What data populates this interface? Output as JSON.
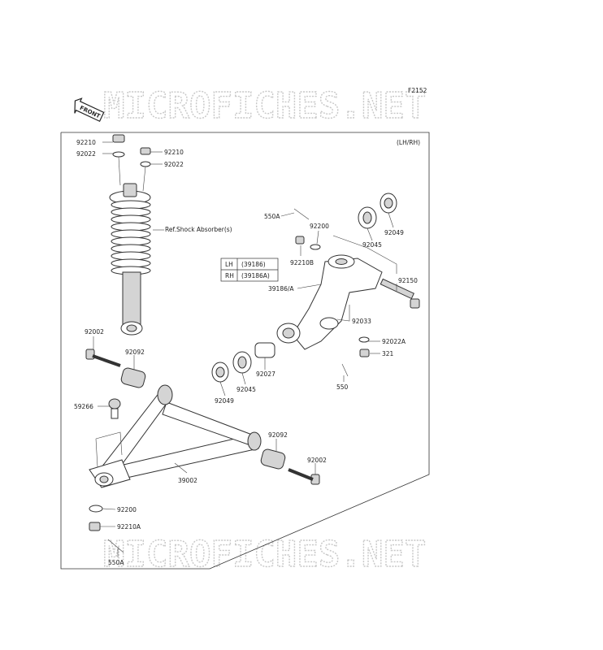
{
  "figure_id": "F2152",
  "side_note": "(LH/RH)",
  "front_label": "FRONT",
  "watermark": "MICROFICHES.NET",
  "ref_label": "Ref.Shock Absorber(s)",
  "knuckle_table": [
    {
      "side": "LH",
      "part": "(39186)"
    },
    {
      "side": "RH",
      "part": "(39186A)"
    }
  ],
  "callouts": {
    "c1": "92210",
    "c2": "92022",
    "c3": "92210",
    "c4": "92022",
    "c5": "550A",
    "c6": "92200",
    "c7": "92210B",
    "c8": "92045",
    "c9": "92049",
    "c10": "39186/A",
    "c11": "92150",
    "c12": "92033",
    "c13": "92022A",
    "c14": "321",
    "c15": "550",
    "c16": "92027",
    "c17": "92045",
    "c18": "92049",
    "c19": "92002",
    "c20": "92092",
    "c21": "59266",
    "c22": "92092",
    "c23": "92002",
    "c24": "39002",
    "c25": "92200",
    "c26": "92210A",
    "c27": "550A"
  }
}
